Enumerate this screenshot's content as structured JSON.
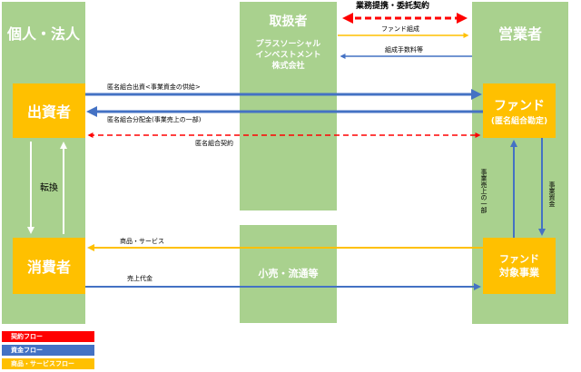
{
  "columns": {
    "left": {
      "title": "個人・法人"
    },
    "center": {
      "title": "取扱者",
      "subtitle_lines": [
        "プラスソーシャル",
        "インベストメント",
        "株式会社"
      ]
    },
    "right": {
      "title": "営業者"
    }
  },
  "boxes": {
    "investor": "出資者",
    "consumer": "消費者",
    "fund_line1": "ファンド",
    "fund_line2": "(匿名組合勘定)",
    "project_line1": "ファンド",
    "project_line2": "対象事業",
    "retail": "小売・流通等"
  },
  "flows": {
    "partnership": "業務提携・委託契約",
    "fund_formation": "ファンド組成",
    "formation_fee": "組成手数料等",
    "investment": "匿名組合出資<事業資金の供給>",
    "distribution": "匿名組合分配金(事業売上の一部)",
    "contract": "匿名組合契約",
    "conversion": "転換",
    "goods": "商品・サービス",
    "sales_proceeds": "売上代金",
    "sales_part": "事業売上の一部",
    "project_funds": "事業資金"
  },
  "legend": [
    {
      "label": "契約フロー",
      "color": "#ff0000"
    },
    {
      "label": "資金フロー",
      "color": "#4472c4"
    },
    {
      "label": "商品・サービスフロー",
      "color": "#ffc000"
    }
  ],
  "colors": {
    "column": "#a9d18e",
    "box": "#ffc000",
    "contract": "#ff0000",
    "money": "#4472c4",
    "goods": "#ffc000"
  }
}
